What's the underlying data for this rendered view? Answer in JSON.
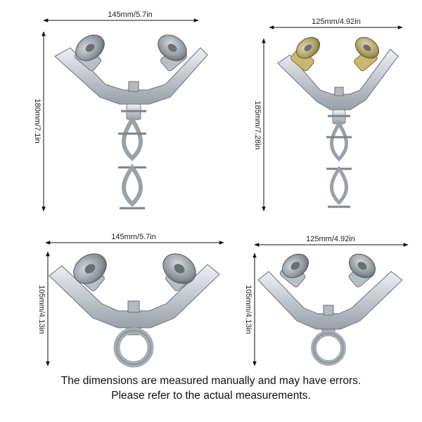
{
  "panels": [
    {
      "id": "top-left",
      "width_label": "145mm/5.7in",
      "height_label": "180mm/7.1in",
      "variant": "double-clamp"
    },
    {
      "id": "top-right",
      "width_label": "125mm/4.92in",
      "height_label": "185mm/7.28in",
      "variant": "double-clamp"
    },
    {
      "id": "bottom-left",
      "width_label": "145mm/5.7in",
      "height_label": "105mm/4.13in",
      "variant": "eye-ring"
    },
    {
      "id": "bottom-right",
      "width_label": "125mm/4.92in",
      "height_label": "105mm/4.13in",
      "variant": "eye-ring"
    }
  ],
  "caption": {
    "line1": "The dimensions are measured manually and may have errors.",
    "line2": "Please refer to the actual measurements."
  },
  "colors": {
    "background": "#ffffff",
    "metal": "#c9ced4",
    "metal_dark": "#8a9098",
    "wheel_brass": "#b9a66a",
    "dimension_line": "#111111"
  }
}
